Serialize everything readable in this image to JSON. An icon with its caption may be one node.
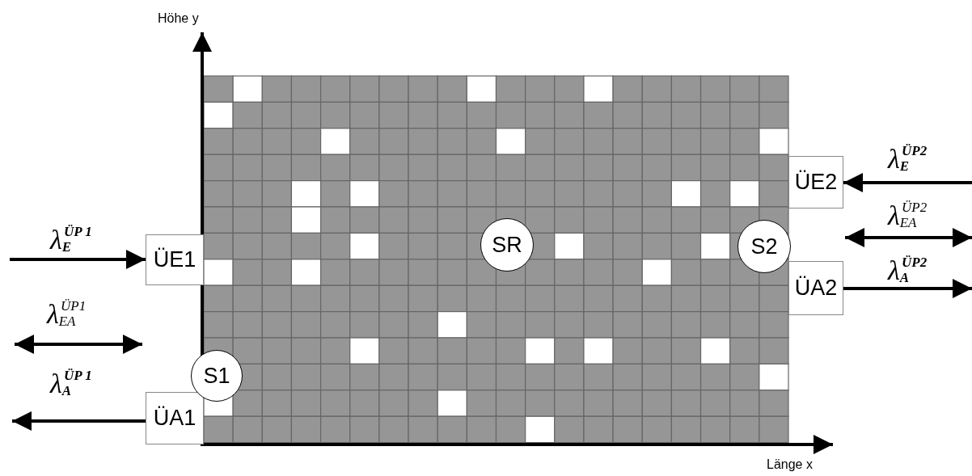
{
  "diagram": {
    "nodes": [
      {
        "text": [
          "ÜE1"
        ]
      },
      {
        "text": [
          "ÜA1"
        ]
      },
      {
        "text": [
          "ÜE2"
        ]
      },
      {
        "text": [
          "ÜA2"
        ]
      },
      {
        "text": [
          "S1"
        ]
      },
      {
        "text": [
          "SR"
        ]
      },
      {
        "text": [
          "S2"
        ]
      }
    ],
    "edges": [
      {
        "from": null,
        "to": 0,
        "arrow": "to",
        "label": "λ$_{E}$$^{ÜP 1}$"
      },
      {
        "from": 1,
        "to": null,
        "arrow": "to",
        "label": "λ$_{A}$$^{ÜP 1}$"
      },
      {
        "from": null,
        "to": 2,
        "arrow": "to",
        "label": "λ$_{E}$$^{ÜP2}$"
      },
      {
        "from": 3,
        "to": null,
        "arrow": "to",
        "label": "λ$_{A}$$^{ÜP2}$"
      }
    ],
    "labels": [
      "Höhe y",
      "λ$_{EA}$$^{ÜP1}$",
      "λ$_{EA}$$^{ÜP2}$",
      "Länge x"
    ]
  }
}
